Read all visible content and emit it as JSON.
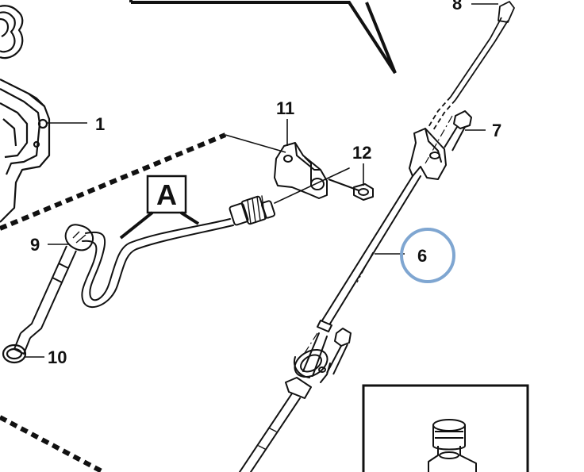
{
  "diagram": {
    "callouts": {
      "c1": "1",
      "c6": "6",
      "c7": "7",
      "c8": "8",
      "c9": "9",
      "c10": "10",
      "c11": "11",
      "c12": "12"
    },
    "detail_box_label": "A",
    "highlighted_callout": "6",
    "colors": {
      "ink": "#111111",
      "highlight": "#7fa6d1",
      "background": "#ffffff"
    }
  }
}
